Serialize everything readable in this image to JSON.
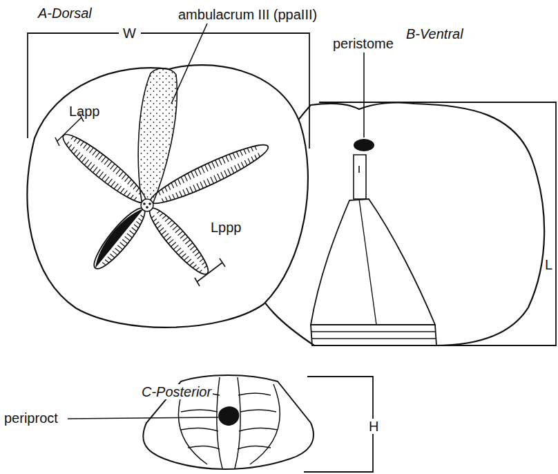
{
  "diagram": {
    "labels": [
      "A-Dorsal",
      "ambulacrum III (ppaIII)",
      "B-Ventral",
      "peristome",
      "W",
      "Lapp",
      "Lppp",
      "L",
      "C-Posterior",
      "periproct",
      "H"
    ]
  }
}
